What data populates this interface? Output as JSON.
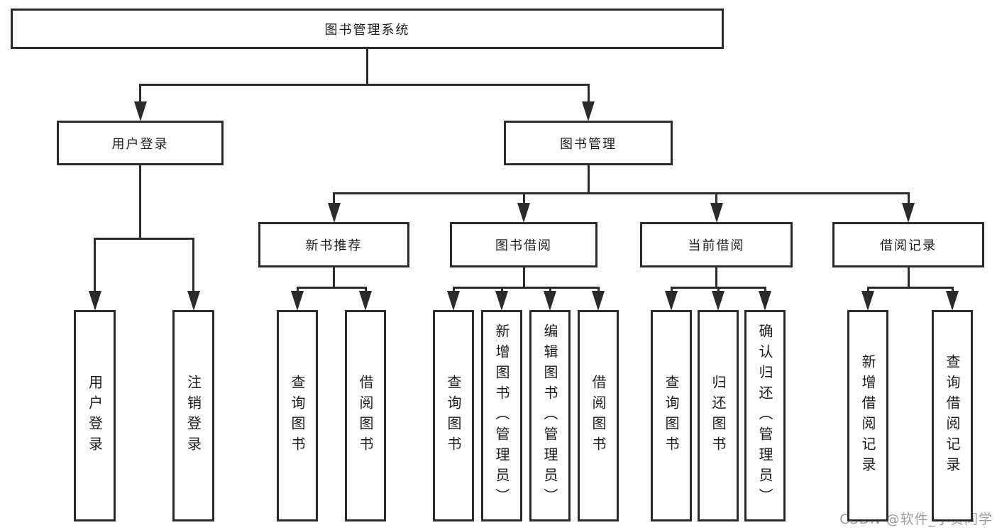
{
  "diagram": {
    "title": "图书管理系统",
    "colors": {
      "line": "#2b2b2b",
      "text": "#1c1c1c",
      "watermark": "#9b9b9b",
      "background": "#ffffff"
    },
    "watermark": "CSDN @软件_小贺同学",
    "nodes": [
      {
        "id": "root",
        "label": "图书管理系统"
      },
      {
        "id": "user-login-group",
        "label": "用户登录"
      },
      {
        "id": "book-mgmt",
        "label": "图书管理"
      },
      {
        "id": "new-book-rec",
        "label": "新书推荐"
      },
      {
        "id": "book-borrow",
        "label": "图书借阅"
      },
      {
        "id": "current-borrow",
        "label": "当前借阅"
      },
      {
        "id": "borrow-record",
        "label": "借阅记录"
      },
      {
        "id": "leaf-user-login",
        "label": "用户登录"
      },
      {
        "id": "leaf-logout",
        "label": "注销登录"
      },
      {
        "id": "leaf-nbr-query",
        "label": "查询图书"
      },
      {
        "id": "leaf-nbr-borrow",
        "label": "借阅图书"
      },
      {
        "id": "leaf-bb-query",
        "label": "查询图书"
      },
      {
        "id": "leaf-bb-add",
        "label": "新增图书（管理员）"
      },
      {
        "id": "leaf-bb-edit",
        "label": "编辑图书（管理员）"
      },
      {
        "id": "leaf-bb-borrow",
        "label": "借阅图书"
      },
      {
        "id": "leaf-cb-query",
        "label": "查询图书"
      },
      {
        "id": "leaf-cb-return",
        "label": "归还图书"
      },
      {
        "id": "leaf-cb-confirm",
        "label": "确认归还（管理员）"
      },
      {
        "id": "leaf-br-add",
        "label": "新增借阅记录"
      },
      {
        "id": "leaf-br-query",
        "label": "查询借阅记录"
      }
    ],
    "edges": [
      {
        "from": "root",
        "to": "user-login-group"
      },
      {
        "from": "root",
        "to": "book-mgmt"
      },
      {
        "from": "user-login-group",
        "to": "leaf-user-login"
      },
      {
        "from": "user-login-group",
        "to": "leaf-logout"
      },
      {
        "from": "book-mgmt",
        "to": "new-book-rec"
      },
      {
        "from": "book-mgmt",
        "to": "book-borrow"
      },
      {
        "from": "book-mgmt",
        "to": "current-borrow"
      },
      {
        "from": "book-mgmt",
        "to": "borrow-record"
      },
      {
        "from": "new-book-rec",
        "to": "leaf-nbr-query"
      },
      {
        "from": "new-book-rec",
        "to": "leaf-nbr-borrow"
      },
      {
        "from": "book-borrow",
        "to": "leaf-bb-query"
      },
      {
        "from": "book-borrow",
        "to": "leaf-bb-add"
      },
      {
        "from": "book-borrow",
        "to": "leaf-bb-edit"
      },
      {
        "from": "book-borrow",
        "to": "leaf-bb-borrow"
      },
      {
        "from": "current-borrow",
        "to": "leaf-cb-query"
      },
      {
        "from": "current-borrow",
        "to": "leaf-cb-return"
      },
      {
        "from": "current-borrow",
        "to": "leaf-cb-confirm"
      },
      {
        "from": "borrow-record",
        "to": "leaf-br-add"
      },
      {
        "from": "borrow-record",
        "to": "leaf-br-query"
      }
    ]
  }
}
